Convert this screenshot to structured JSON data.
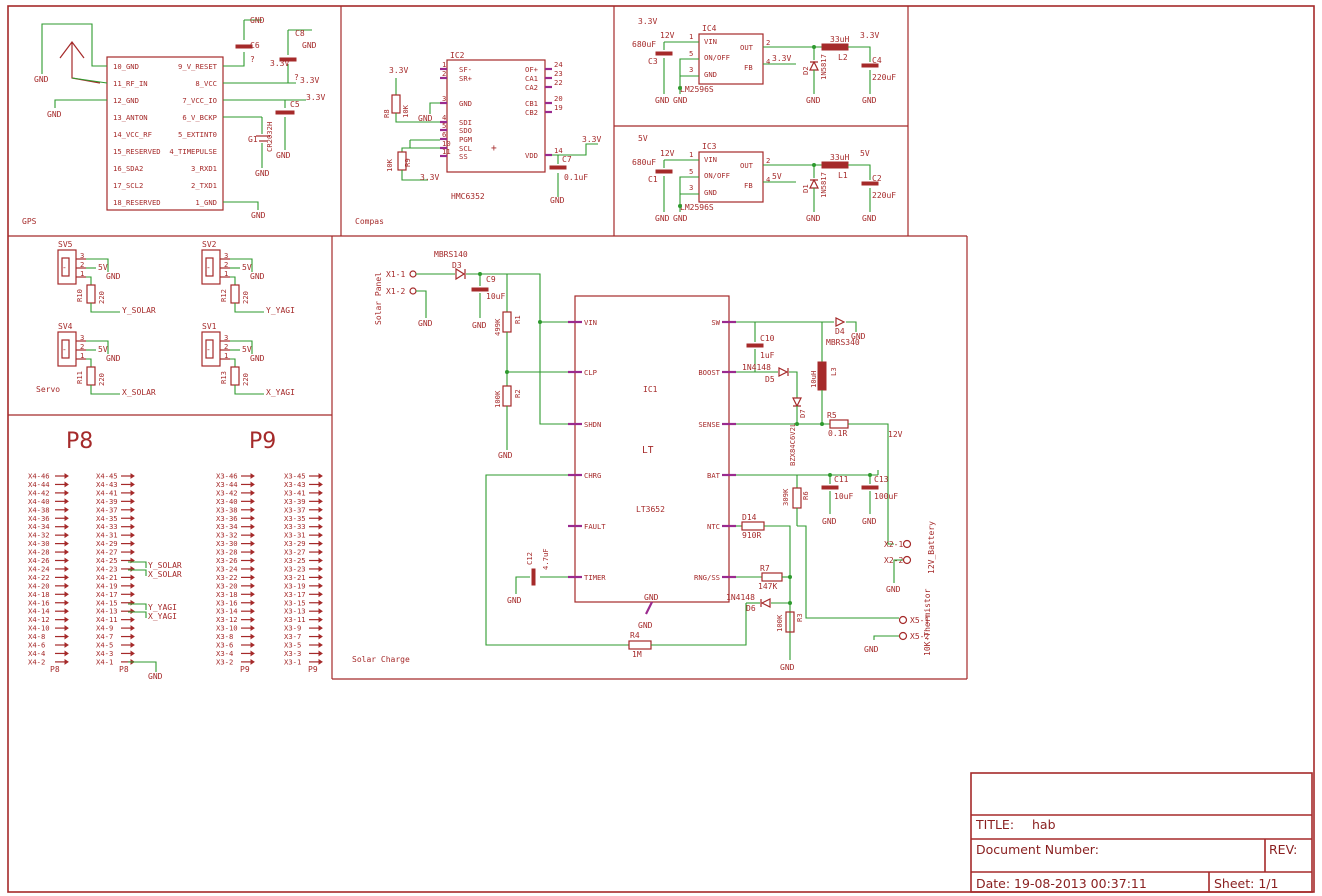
{
  "sections": {
    "gps": "GPS",
    "compas": "Compas",
    "servo": "Servo",
    "solar_charge": "Solar Charge",
    "reg33_label": "3.3V",
    "reg5_label": "5V"
  },
  "gps_module": {
    "left_pins": [
      "10_GND",
      "11_RF_IN",
      "12_GND",
      "13_ANTON",
      "14_VCC_RF",
      "15_RESERVED",
      "16_SDA2",
      "17_SCL2",
      "18_RESERVED"
    ],
    "right_pins": [
      "9_V_RESET",
      "8_VCC",
      "7_VCC_IO",
      "6_V_BCKP",
      "5_EXTINT0",
      "4_TIMEPULSE",
      "3_RXD1",
      "2_TXD1",
      "1_GND"
    ],
    "labels": {
      "c6": "C6",
      "c8": "C8",
      "c5": "C5",
      "g1": "G1",
      "batt": "CR2032H",
      "q": "?",
      "v33a": "3.3V",
      "v33b": "3.3V",
      "v33c": "3.3V",
      "gnd": "GND"
    }
  },
  "compass": {
    "name": "IC2",
    "part": "HMC6352",
    "left_pins": [
      "SF-",
      "SR+",
      "GND",
      "SDI",
      "SDO",
      "PGM",
      "SCL",
      "SS"
    ],
    "right_pins": [
      "OF+",
      "CA1",
      "CA2",
      "CB1",
      "CB2",
      "VDD"
    ],
    "pin_numbers_left": [
      "1",
      "2",
      "3",
      "4",
      "5",
      "6",
      "10",
      "11"
    ],
    "pin_numbers_right": [
      "24",
      "23",
      "22",
      "20",
      "19",
      "14"
    ],
    "labels": {
      "r8": "R8",
      "r8v": "10K",
      "r9": "R9",
      "r9v": "10K",
      "c7": "C7",
      "c7v": "0.1uF",
      "v33": "3.3V",
      "gnd": "GND"
    }
  },
  "regulators": [
    {
      "ic": "IC4",
      "part": "LM2596S",
      "cin": "C3",
      "cin_v": "680uF",
      "vin": "12V",
      "out": "3.3V",
      "l": "L2",
      "lv": "33uH",
      "d": "D2",
      "dv": "1N5817",
      "cout": "C4",
      "cout_v": "220uF",
      "fb": "3.3V"
    },
    {
      "ic": "IC3",
      "part": "LM2596S",
      "cin": "C1",
      "cin_v": "680uF",
      "vin": "12V",
      "out": "5V",
      "l": "L1",
      "lv": "33uH",
      "d": "D1",
      "dv": "1N5817",
      "cout": "C2",
      "cout_v": "220uF",
      "fb": "5V"
    }
  ],
  "reg_pins": {
    "vin": "VIN",
    "onoff": "ON/OFF",
    "gnd": "GND",
    "out": "OUT",
    "fb": "FB",
    "n1": "1",
    "n2": "2",
    "n3": "3",
    "n4": "4",
    "n5": "5"
  },
  "servos": [
    {
      "name": "SV5",
      "r": "R10",
      "rv": "220",
      "sig": "Y_SOLAR"
    },
    {
      "name": "SV2",
      "r": "R12",
      "rv": "220",
      "sig": "Y_YAGI"
    },
    {
      "name": "SV4",
      "r": "R11",
      "rv": "220",
      "sig": "X_SOLAR"
    },
    {
      "name": "SV1",
      "r": "R13",
      "rv": "220",
      "sig": "X_YAGI"
    }
  ],
  "servo_common": {
    "v5": "5V",
    "gnd": "GND",
    "p1": "1",
    "p2": "2",
    "p3": "3"
  },
  "charger": {
    "ic": "IC1",
    "part": "LT3652",
    "logo": "LT",
    "left_pins": [
      "VIN",
      "CLP",
      "SHDN",
      "CHRG",
      "FAULT",
      "TIMER"
    ],
    "right_pins": [
      "SW",
      "BOOST",
      "SENSE",
      "BAT",
      "NTC",
      "RNG/SS"
    ],
    "bottom_pin": "GND",
    "parts": {
      "d3": "D3",
      "d3v": "MBRS140",
      "c9": "C9",
      "c9v": "10uF",
      "r1": "R1",
      "r1v": "499K",
      "r2": "R2",
      "r2v": "100K",
      "c10": "C10",
      "c10v": "1uF",
      "d4": "D4",
      "d4v": "MBRS340",
      "d5": "D5",
      "d5v": "1N4148",
      "l3": "L3",
      "l3v": "10uH",
      "d7": "D7",
      "d7v": "BZX84C6V2L",
      "r5": "R5",
      "r5v": "0.1R",
      "c11": "C11",
      "c11v": "10uF",
      "c13": "C13",
      "c13v": "100uF",
      "r6": "R6",
      "r6v": "309K",
      "d14": "D14",
      "d14v": "910R",
      "r7": "R7",
      "r7v": "147K",
      "d6": "D6",
      "d6v": "1N4148",
      "r3": "R3",
      "r3v": "100K",
      "c12": "C12",
      "c12v": "4.7uF",
      "r4": "R4",
      "r4v": "1M",
      "v12": "12V",
      "gnd": "GND"
    },
    "connectors": {
      "x11": "X1-1",
      "x12": "X1-2",
      "panel": "Solar Panel",
      "x21": "X2-1",
      "x22": "X2-2",
      "battery": "12V_Battery",
      "x51": "X5-1",
      "x52": "X5-2",
      "therm": "10K-Thermistor"
    }
  },
  "headers": {
    "p8": {
      "title": "P8",
      "label": "P8",
      "col1": [
        "X4-46",
        "X4-44",
        "X4-42",
        "X4-40",
        "X4-38",
        "X4-36",
        "X4-34",
        "X4-32",
        "X4-30",
        "X4-28",
        "X4-26",
        "X4-24",
        "X4-22",
        "X4-20",
        "X4-18",
        "X4-16",
        "X4-14",
        "X4-12",
        "X4-10",
        "X4-8",
        "X4-6",
        "X4-4",
        "X4-2"
      ],
      "col2": [
        "X4-45",
        "X4-43",
        "X4-41",
        "X4-39",
        "X4-37",
        "X4-35",
        "X4-33",
        "X4-31",
        "X4-29",
        "X4-27",
        "X4-25",
        "X4-23",
        "X4-21",
        "X4-19",
        "X4-17",
        "X4-15",
        "X4-13",
        "X4-11",
        "X4-9",
        "X4-7",
        "X4-5",
        "X4-3",
        "X4-1"
      ]
    },
    "p9": {
      "title": "P9",
      "label": "P9",
      "col1": [
        "X3-46",
        "X3-44",
        "X3-42",
        "X3-40",
        "X3-38",
        "X3-36",
        "X3-34",
        "X3-32",
        "X3-30",
        "X3-28",
        "X3-26",
        "X3-24",
        "X3-22",
        "X3-20",
        "X3-18",
        "X3-16",
        "X3-14",
        "X3-12",
        "X3-10",
        "X3-8",
        "X3-6",
        "X3-4",
        "X3-2"
      ],
      "col2": [
        "X3-45",
        "X3-43",
        "X3-41",
        "X3-39",
        "X3-37",
        "X3-35",
        "X3-33",
        "X3-31",
        "X3-29",
        "X3-27",
        "X3-25",
        "X3-23",
        "X3-21",
        "X3-19",
        "X3-17",
        "X3-15",
        "X3-13",
        "X3-11",
        "X3-9",
        "X3-7",
        "X3-5",
        "X3-3",
        "X3-1"
      ]
    },
    "signals": {
      "ysolar": "Y_SOLAR",
      "xsolar": "X_SOLAR",
      "yyagi": "Y_YAGI",
      "xyagi": "X_YAGI",
      "gnd": "GND"
    }
  },
  "title_block": {
    "title_label": "TITLE:",
    "title": "hab",
    "doc_number": "Document Number:",
    "rev": "REV:",
    "date": "Date: 19-08-2013 00:37:11",
    "sheet": "Sheet: 1/1"
  },
  "colors": {
    "frame": "#a52a2a",
    "wire": "#2e9a2e",
    "pin": "#9a2a8e",
    "background": "#ffffff"
  }
}
